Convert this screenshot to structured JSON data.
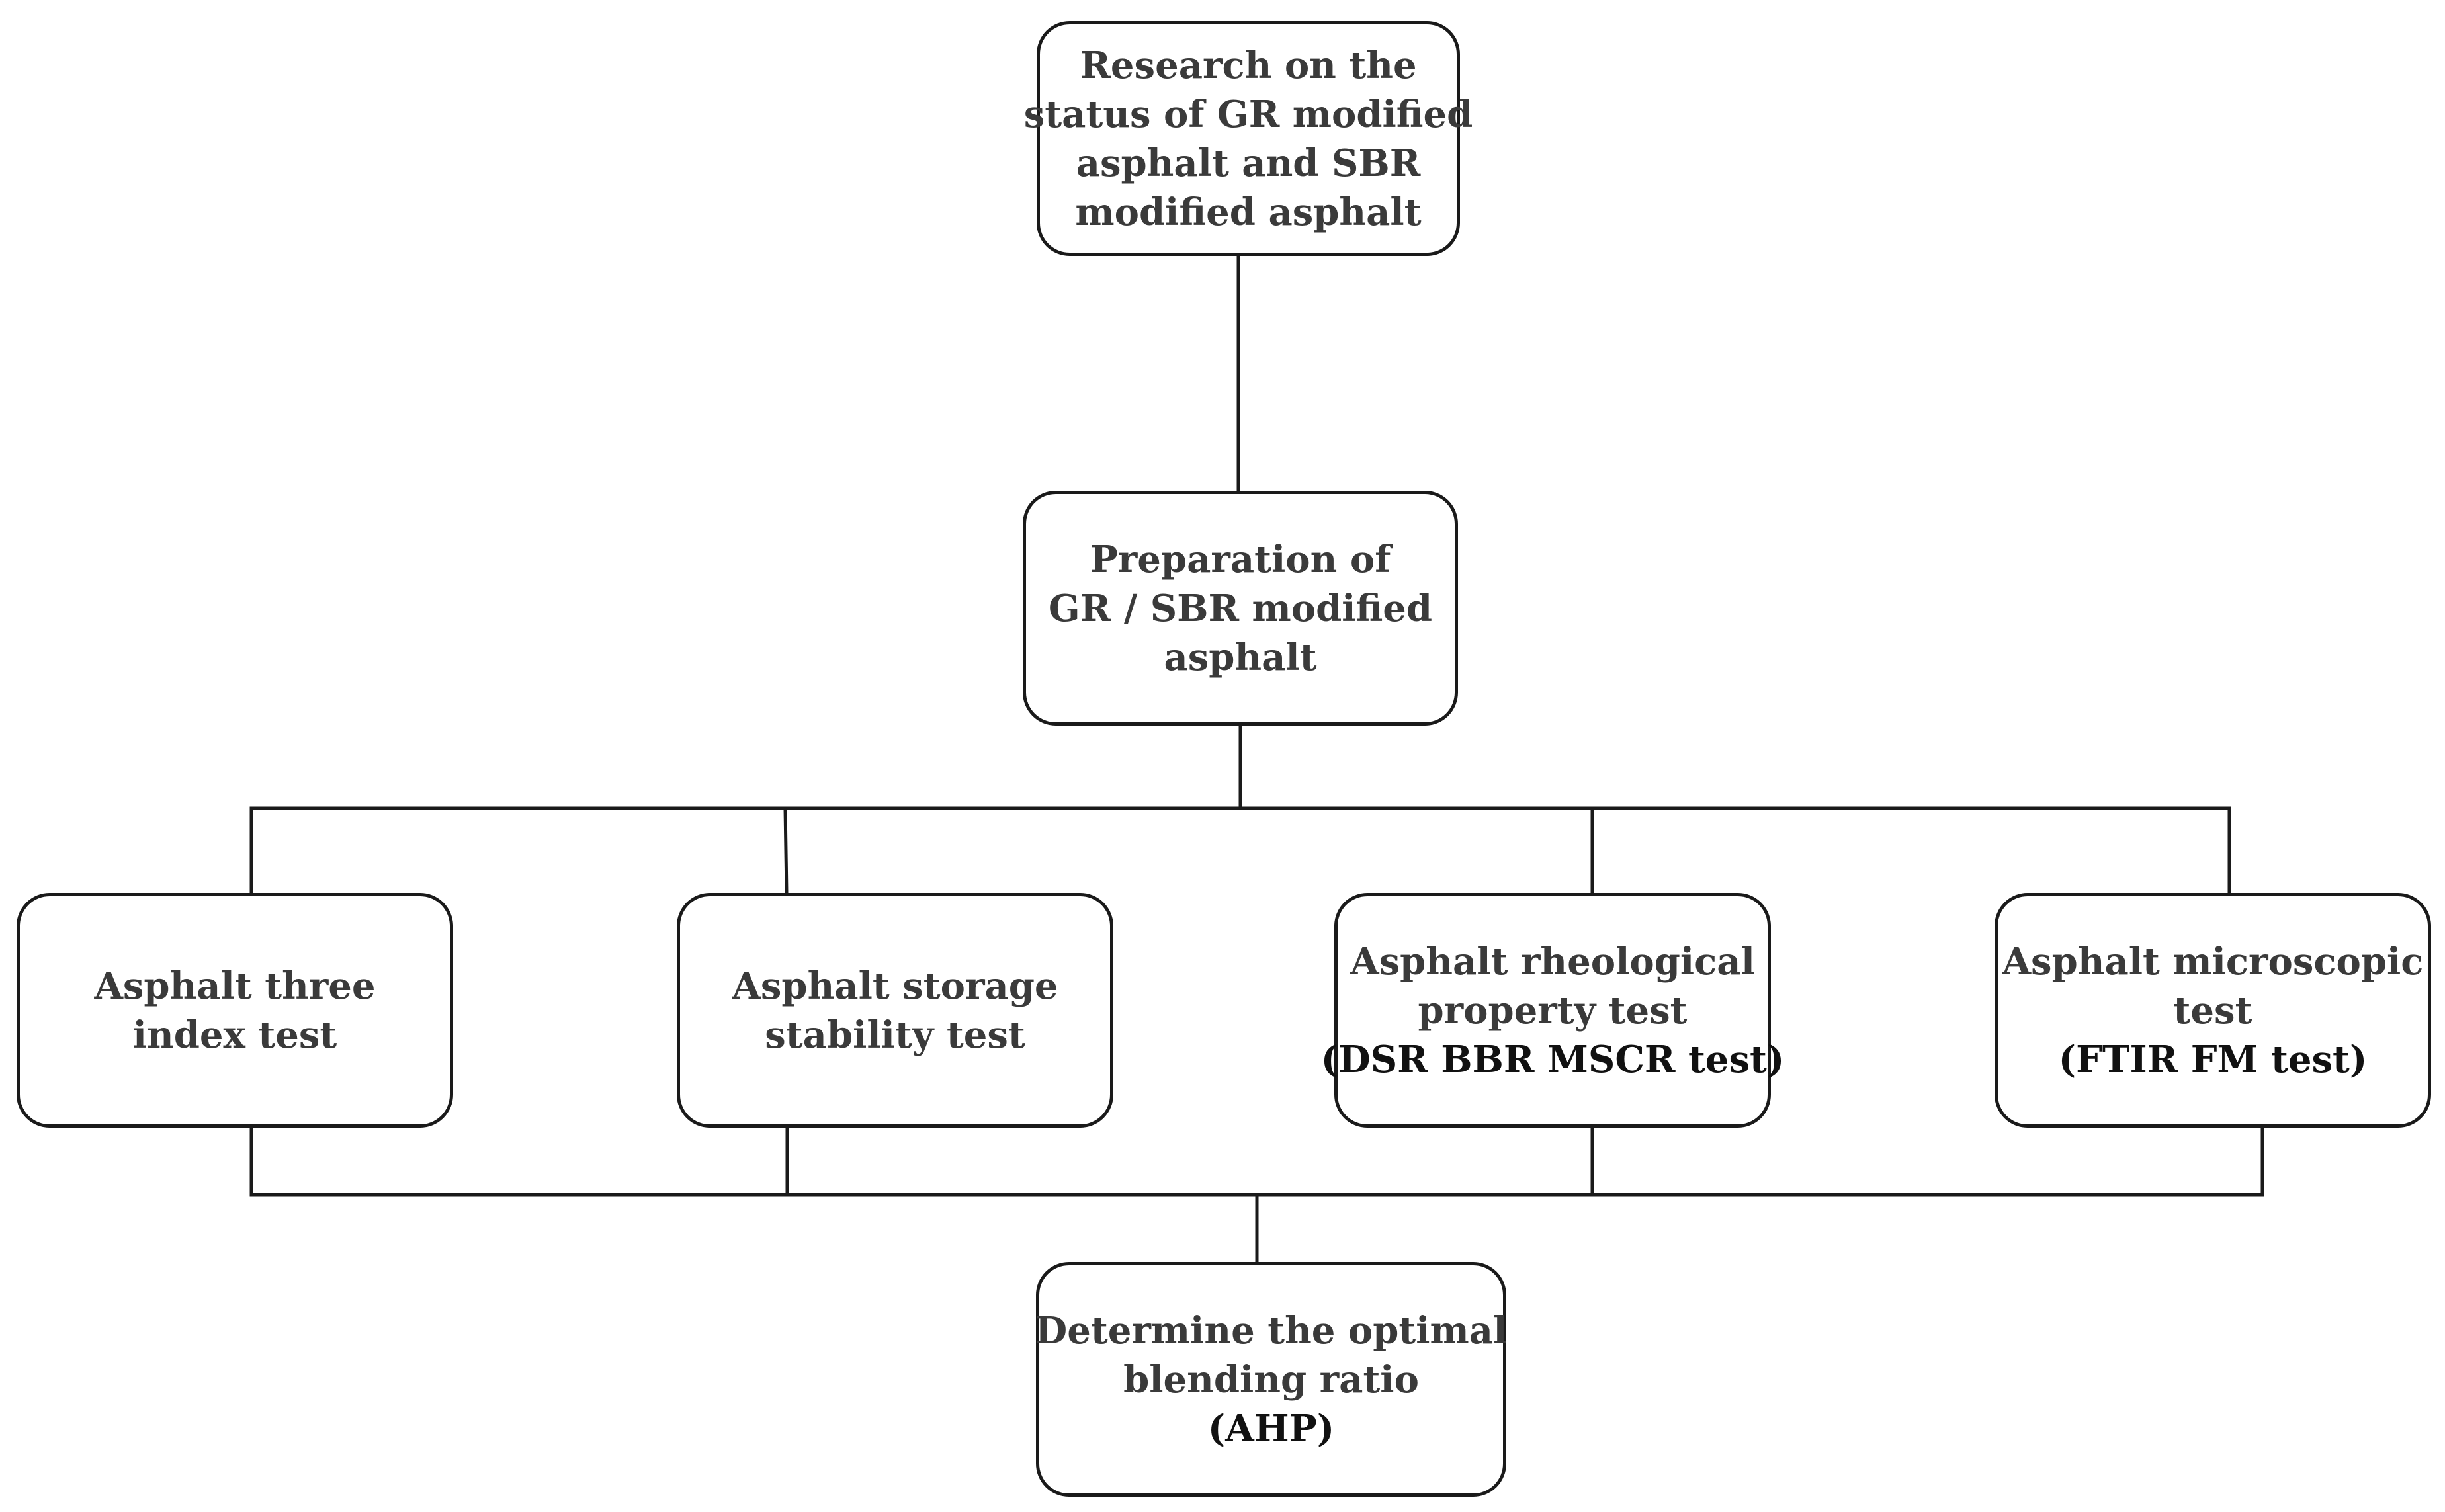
{
  "diagram": {
    "type": "flowchart",
    "nodes": {
      "research": {
        "lines": [
          "Research on the",
          "status of GR modified",
          "asphalt and SBR",
          "modified asphalt"
        ]
      },
      "preparation": {
        "lines": [
          "Preparation of",
          "GR / SBR modified",
          "asphalt"
        ]
      },
      "three_index": {
        "lines": [
          "Asphalt three",
          "index test"
        ]
      },
      "storage": {
        "lines": [
          "Asphalt storage",
          "stability test"
        ]
      },
      "rheological": {
        "lines": [
          "Asphalt rheological",
          "property test",
          "(DSR BBR MSCR test)"
        ]
      },
      "microscopic": {
        "lines": [
          "Asphalt microscopic",
          "test",
          "(FTIR FM test)"
        ]
      },
      "optimal": {
        "lines": [
          "Determine the optimal",
          "blending ratio",
          "(AHP)"
        ]
      }
    },
    "edges": [
      [
        "research",
        "preparation"
      ],
      [
        "preparation",
        "three_index"
      ],
      [
        "preparation",
        "storage"
      ],
      [
        "preparation",
        "rheological"
      ],
      [
        "preparation",
        "microscopic"
      ],
      [
        "three_index",
        "optimal"
      ],
      [
        "storage",
        "optimal"
      ],
      [
        "rheological",
        "optimal"
      ],
      [
        "microscopic",
        "optimal"
      ]
    ],
    "colors": {
      "line": "#1a1a1a",
      "text": "#3a3a3a",
      "emphasis_text": "#111111",
      "background": "#ffffff"
    }
  }
}
